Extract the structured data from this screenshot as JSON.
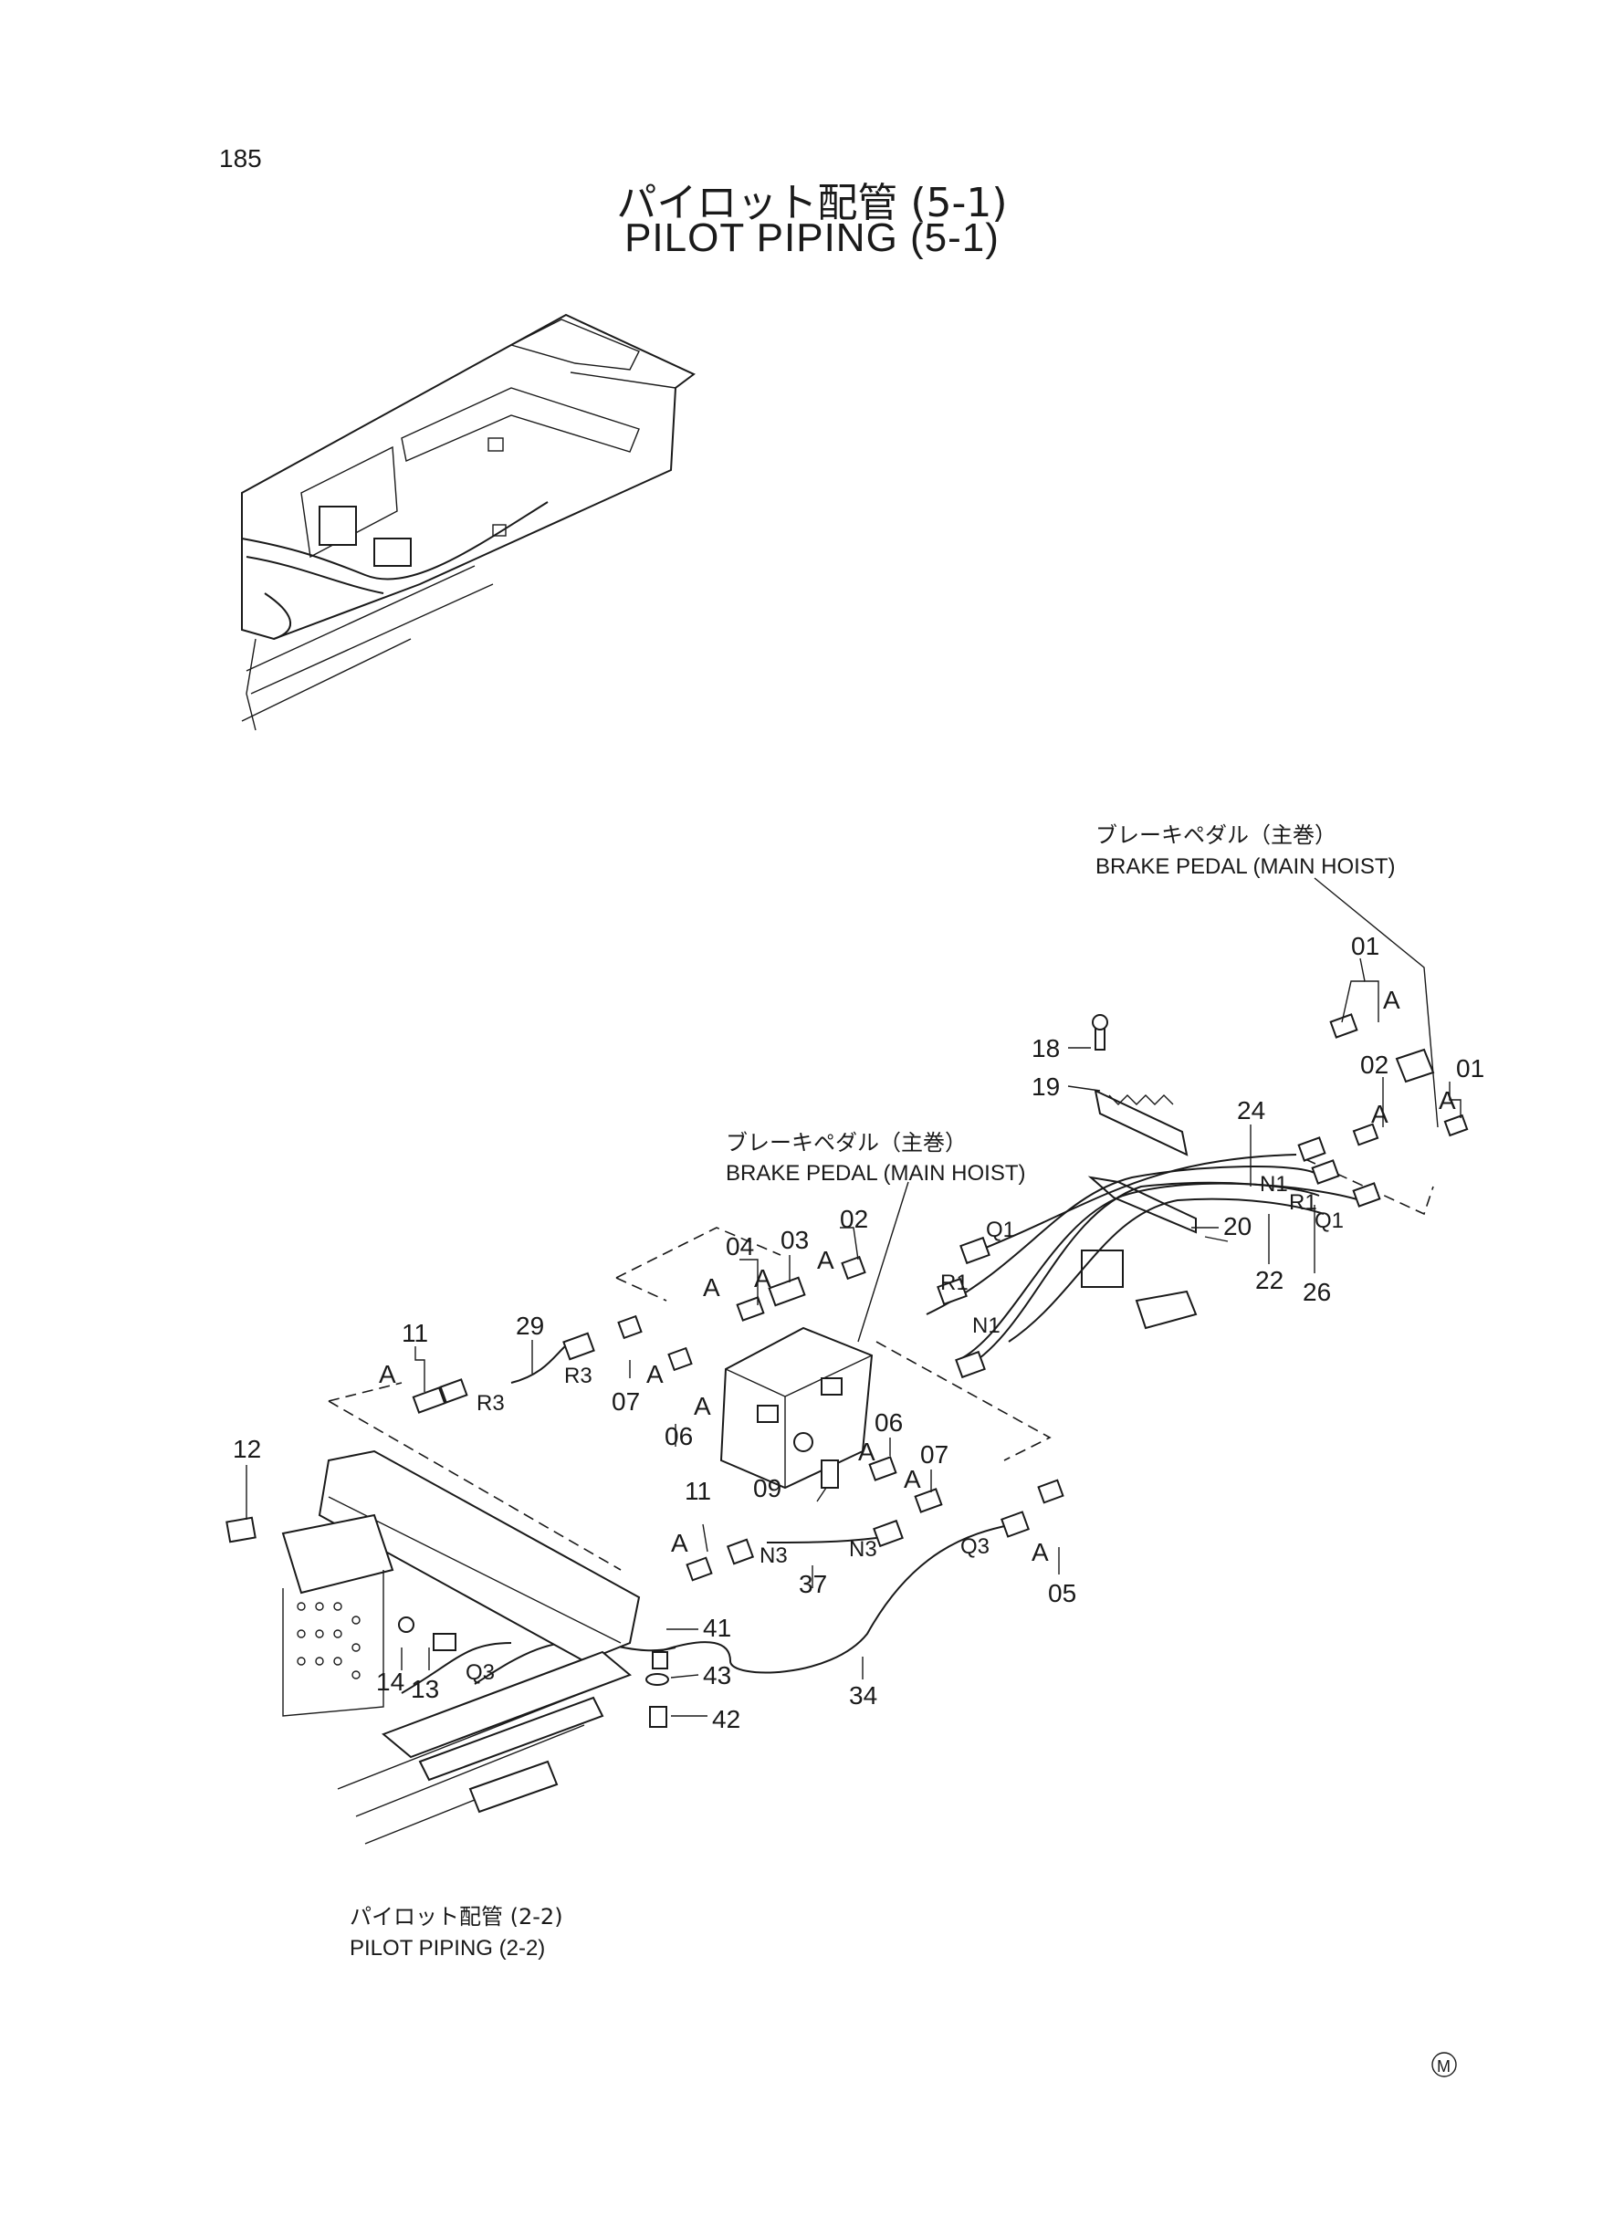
{
  "page_number": "185",
  "title_jp": "パイロット配管 (5-1)",
  "title_en": "PILOT PIPING (5-1)",
  "callouts": {
    "brake_pedal_top": {
      "jp": "ブレーキペダル（主巻）",
      "en": "BRAKE PEDAL (MAIN HOIST)"
    },
    "brake_pedal_mid": {
      "jp": "ブレーキペダル（主巻）",
      "en": "BRAKE PEDAL (MAIN HOIST)"
    },
    "pilot_ref": {
      "jp": "パイロット配管 (2-2)",
      "en": "PILOT PIPING (2-2)"
    }
  },
  "part_numbers": {
    "p01a": "01",
    "p01b": "01",
    "p02a": "02",
    "p02b": "02",
    "p03": "03",
    "p04": "04",
    "p05": "05",
    "p06a": "06",
    "p06b": "06",
    "p07a": "07",
    "p07b": "07",
    "p09": "09",
    "p11a": "11",
    "p11b": "11",
    "p12": "12",
    "p13": "13",
    "p14": "14",
    "p18": "18",
    "p19": "19",
    "p20": "20",
    "p22": "22",
    "p24": "24",
    "p26": "26",
    "p29": "29",
    "p34": "34",
    "p37": "37",
    "p41": "41",
    "p42": "42",
    "p43": "43"
  },
  "port_labels": {
    "n1a": "N1",
    "n1b": "N1",
    "r1a": "R1",
    "r1b": "R1",
    "q1a": "Q1",
    "q1b": "Q1",
    "r3a": "R3",
    "r3b": "R3",
    "n3a": "N3",
    "n3b": "N3",
    "q3a": "Q3",
    "q3b": "Q3"
  },
  "detail_marker": "A",
  "corner_mark": "M"
}
